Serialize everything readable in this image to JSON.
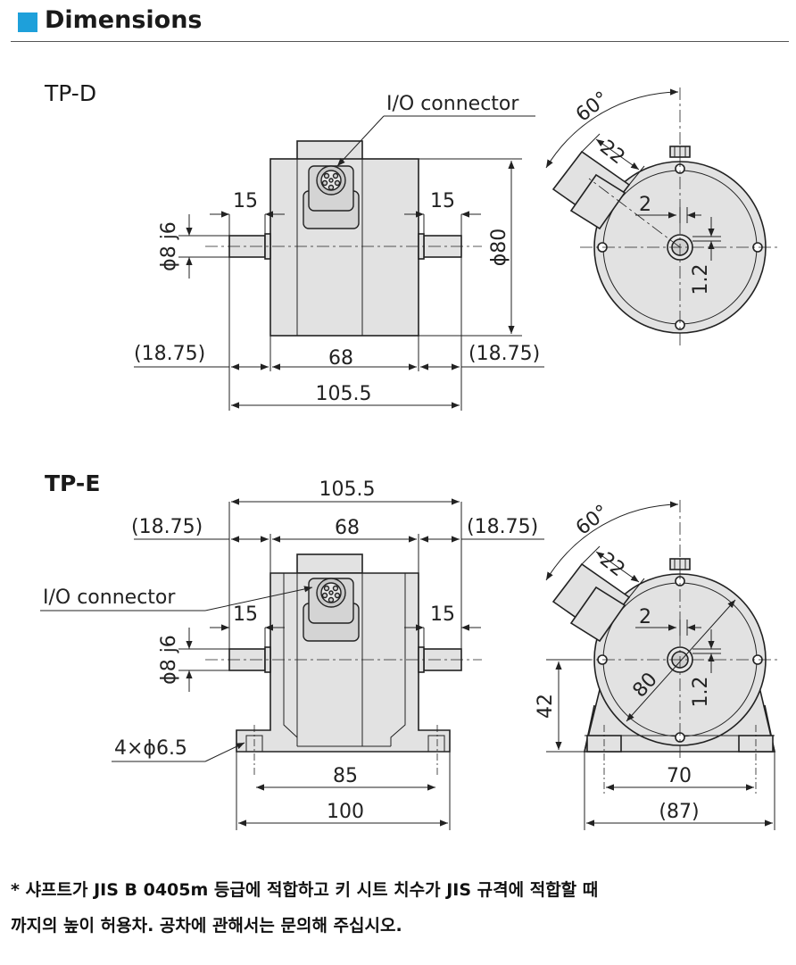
{
  "header": {
    "title": "Dimensions"
  },
  "models": {
    "tpd": "TP-D",
    "tpe": "TP-E"
  },
  "labels": {
    "io_connector": "I/O connector",
    "angle_60": "60°",
    "dim_22": "22",
    "dim_2": "2",
    "dim_1_2": "1.2",
    "dim_phi80": "ϕ80",
    "dim_80": "80",
    "dim_phi8j6": "ϕ8 j6",
    "dim_15": "15",
    "dim_18_75": "(18.75)",
    "dim_68": "68",
    "dim_105_5": "105.5",
    "dim_4phi6_5": "4×ϕ6.5",
    "dim_85": "85",
    "dim_100": "100",
    "dim_42": "42",
    "dim_70": "70",
    "dim_87": "(87)"
  },
  "notes": {
    "line1": "* 샤프트가 JIS B 0405m 등급에 적합하고 키 시트 치수가 JIS 규격에 적합할 때",
    "line2": "까지의 높이 허용차. 공차에 관해서는 문의해 주십시오."
  }
}
